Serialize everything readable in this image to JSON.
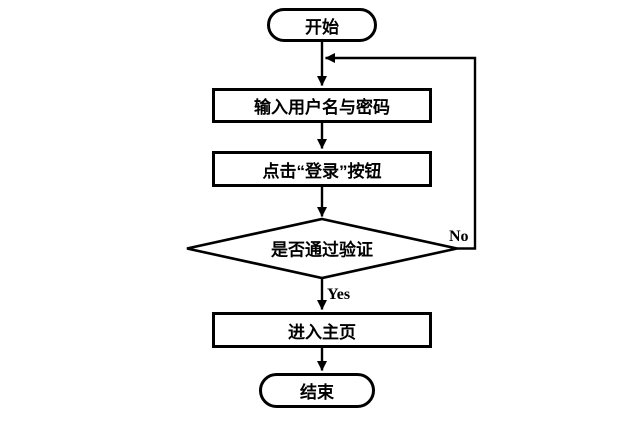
{
  "flowchart": {
    "background": "#ffffff",
    "stroke_color": "#000000",
    "node_fill": "#ffffff",
    "nodes": {
      "start": {
        "type": "terminator",
        "label": "开始"
      },
      "input": {
        "type": "process",
        "label": "输入用户名与密码"
      },
      "click": {
        "type": "process",
        "label": "点击“登录”按钮"
      },
      "verify": {
        "type": "decision",
        "label": "是否通过验证"
      },
      "home": {
        "type": "process",
        "label": "进入主页"
      },
      "end": {
        "type": "terminator",
        "label": "结束"
      }
    },
    "edge_labels": {
      "yes": "Yes",
      "no": "No"
    }
  }
}
